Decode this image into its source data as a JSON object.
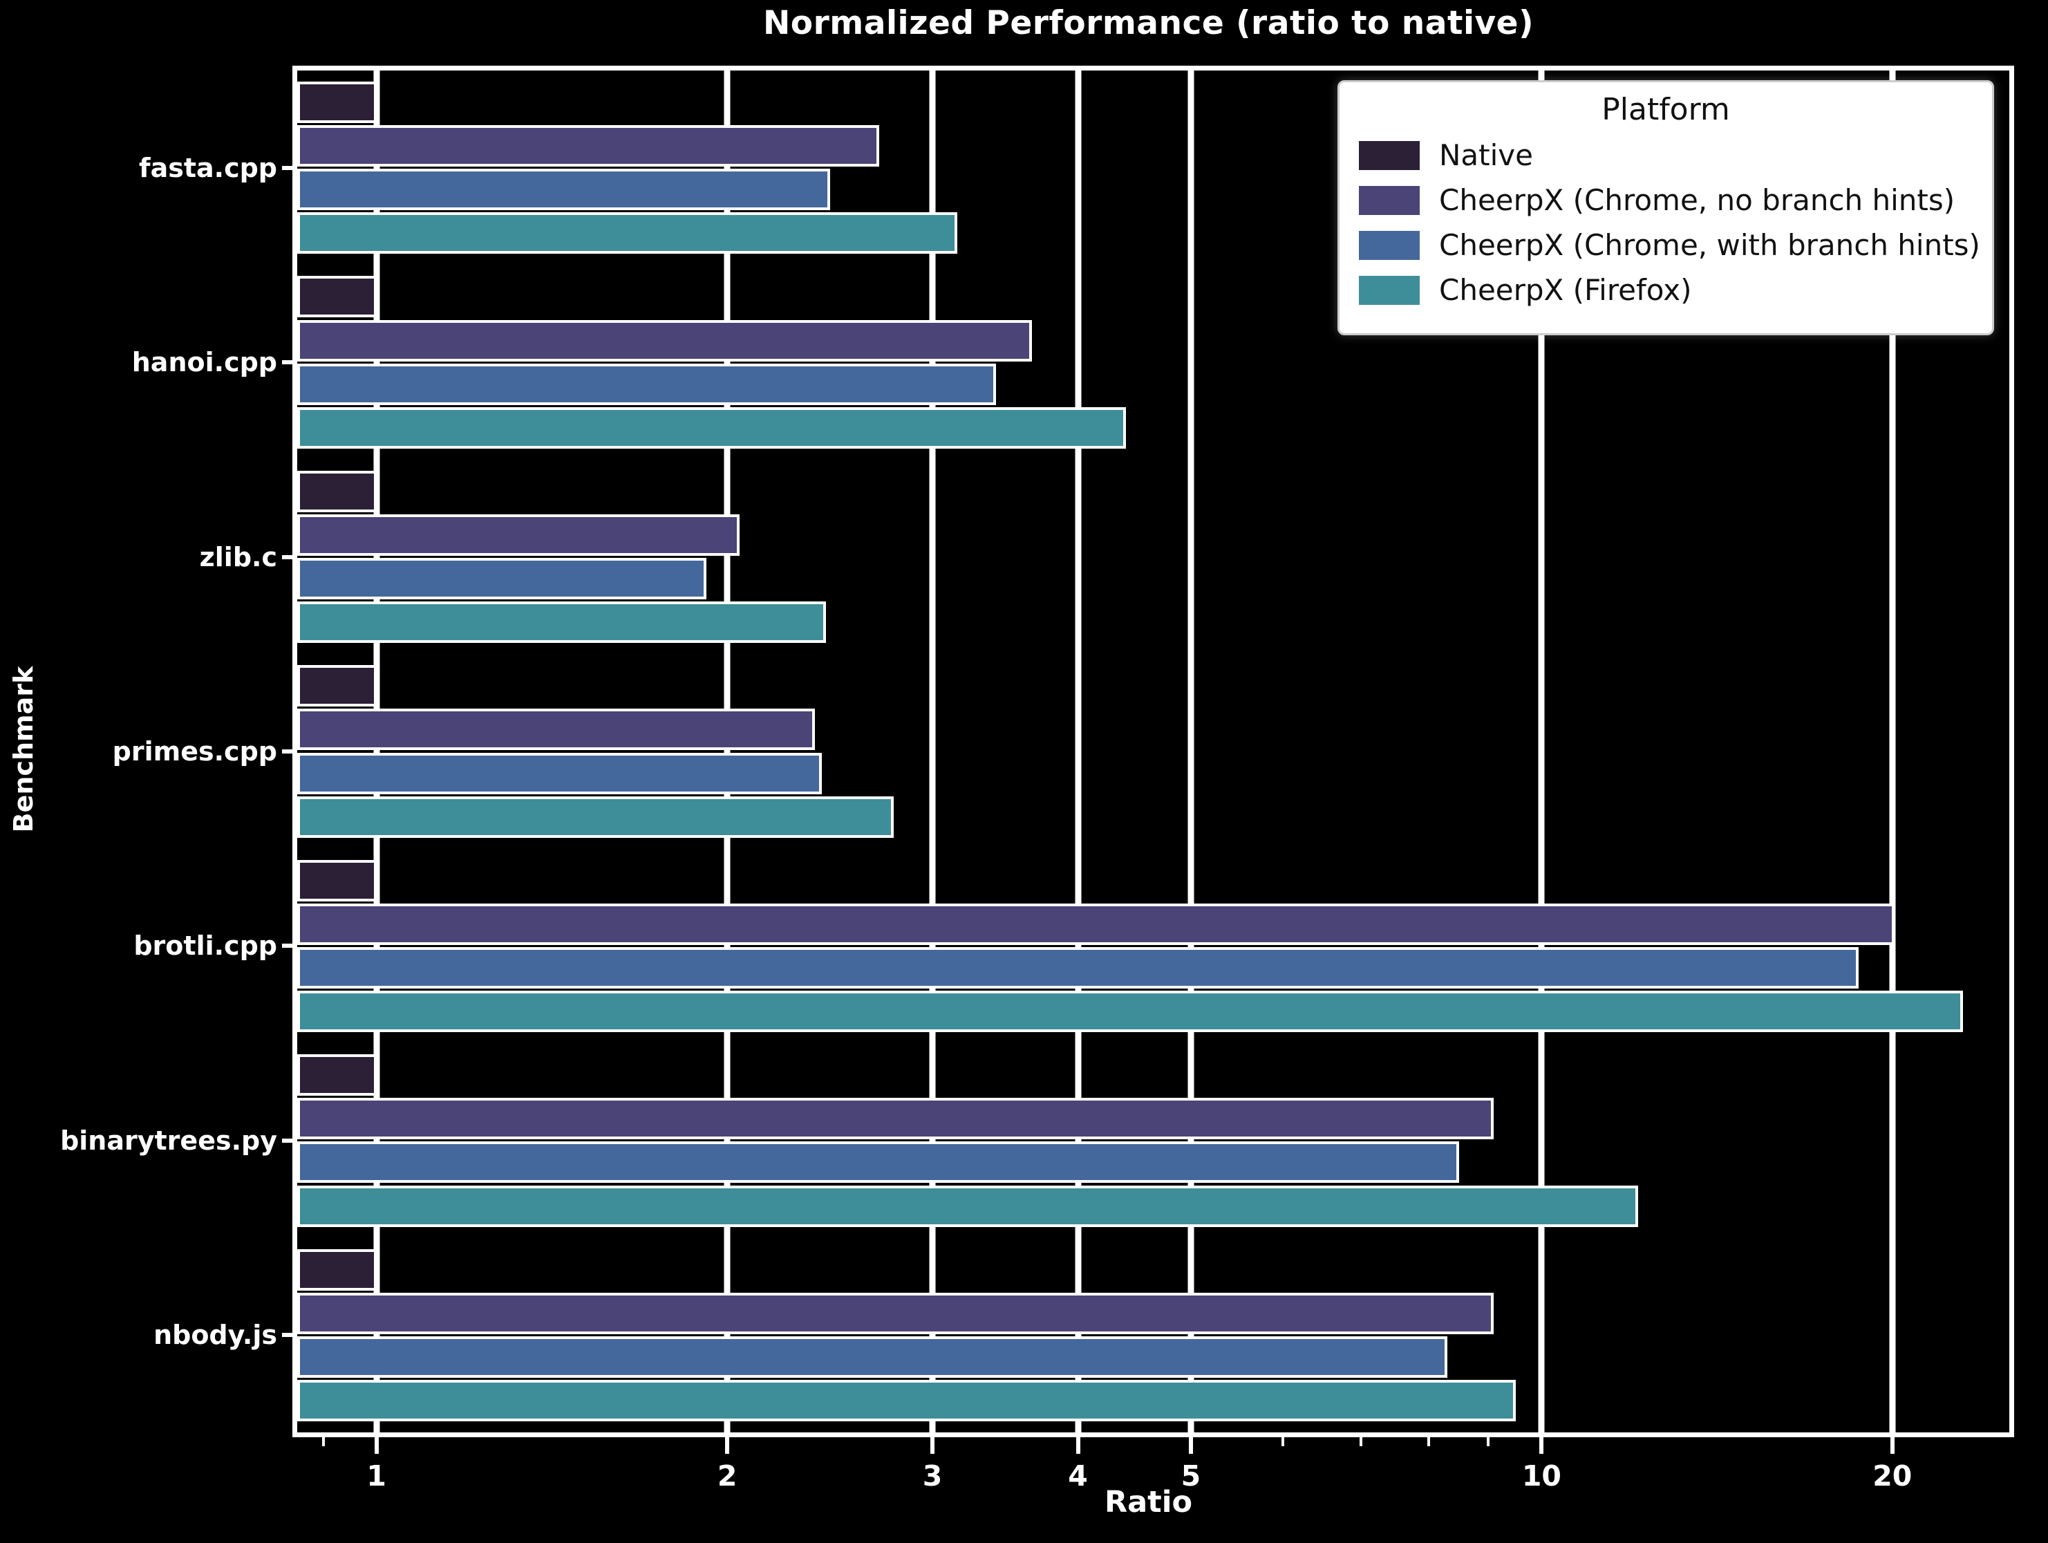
{
  "title": "Normalized Performance (ratio to native)",
  "axes": {
    "x_label": "Ratio",
    "y_label": "Benchmark",
    "x_scale": "log",
    "xlim": [
      0.855,
      25.2
    ],
    "x_ticks": [
      1,
      2,
      3,
      4,
      5,
      10,
      20
    ],
    "x_tick_labels": [
      "1",
      "2",
      "3",
      "4",
      "5",
      "10",
      "20"
    ],
    "x_minor_ticks": [
      0.9,
      6,
      7,
      8,
      9
    ]
  },
  "legend": {
    "title": "Platform",
    "entries": [
      {
        "label": "Native",
        "color": "#2c2037"
      },
      {
        "label": "CheerpX (Chrome, no branch hints)",
        "color": "#4a4477"
      },
      {
        "label": "CheerpX (Chrome, with branch hints)",
        "color": "#45689c"
      },
      {
        "label": "CheerpX (Firefox)",
        "color": "#3e8e99"
      }
    ]
  },
  "chart_data": {
    "type": "bar",
    "orientation": "horizontal",
    "title": "Normalized Performance (ratio to native)",
    "xlabel": "Ratio",
    "ylabel": "Benchmark",
    "x_scale": "log",
    "xlim": [
      0.855,
      25.2
    ],
    "x_ticks": [
      1,
      2,
      3,
      4,
      5,
      10,
      20
    ],
    "grid": true,
    "legend_position": "upper right",
    "background": "#000000",
    "categories": [
      "fasta.cpp",
      "hanoi.cpp",
      "zlib.c",
      "primes.cpp",
      "brotli.cpp",
      "binarytrees.py",
      "nbody.js"
    ],
    "series": [
      {
        "name": "Native",
        "color": "#2c2037",
        "values": [
          1.0,
          1.0,
          1.0,
          1.0,
          1.0,
          1.0,
          1.0
        ]
      },
      {
        "name": "CheerpX (Chrome, no branch hints)",
        "color": "#4a4477",
        "values": [
          2.7,
          3.65,
          2.05,
          2.38,
          20.1,
          9.1,
          9.1
        ]
      },
      {
        "name": "CheerpX (Chrome, with branch hints)",
        "color": "#45689c",
        "values": [
          2.45,
          3.4,
          1.92,
          2.41,
          18.7,
          8.5,
          8.3
        ]
      },
      {
        "name": "CheerpX (Firefox)",
        "color": "#3e8e99",
        "values": [
          3.15,
          4.4,
          2.43,
          2.78,
          23.0,
          12.1,
          9.5
        ]
      }
    ]
  }
}
